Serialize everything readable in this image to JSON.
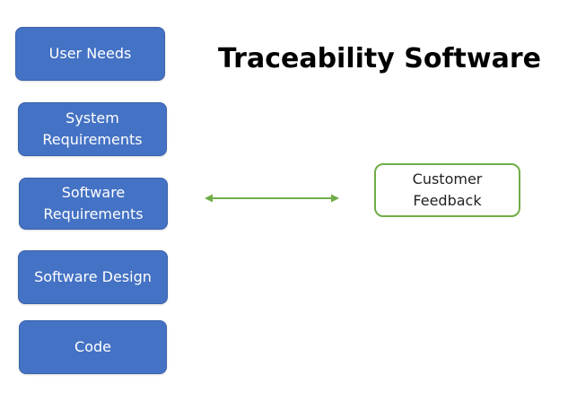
{
  "title": "Traceability Software",
  "stack": {
    "user_needs": "User Needs",
    "system_requirements": "System Requirements",
    "software_requirements": "Software Requirements",
    "software_design": "Software Design",
    "code": "Code"
  },
  "feedback": {
    "label": "Customer Feedback"
  },
  "colors": {
    "box_fill": "#4472c4",
    "box_border": "#3a62ab",
    "feedback_border": "#70ad47",
    "arrow": "#70ad47"
  }
}
